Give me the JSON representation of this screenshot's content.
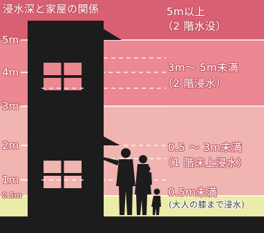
{
  "title": "浸水深と家屋の関係",
  "bands": [
    {
      "line1": "5m以上",
      "line2": "（2 階水没）",
      "color": "#d95f73"
    },
    {
      "line1": "3m〜 5m未満",
      "line2": "（2 階浸水）",
      "color": "#ec8891"
    },
    {
      "line1": "0.5 〜 3m未満",
      "line2": "（1 階床上浸水）",
      "color": "#f0b4b1"
    },
    {
      "line1": "0.5m未満",
      "line2": "(大人の膝まで浸水)",
      "color": "#eaeca8"
    }
  ],
  "depth_ticks": [
    "5m",
    "4m",
    "3m",
    "2m",
    "1m",
    "0.5m"
  ]
}
